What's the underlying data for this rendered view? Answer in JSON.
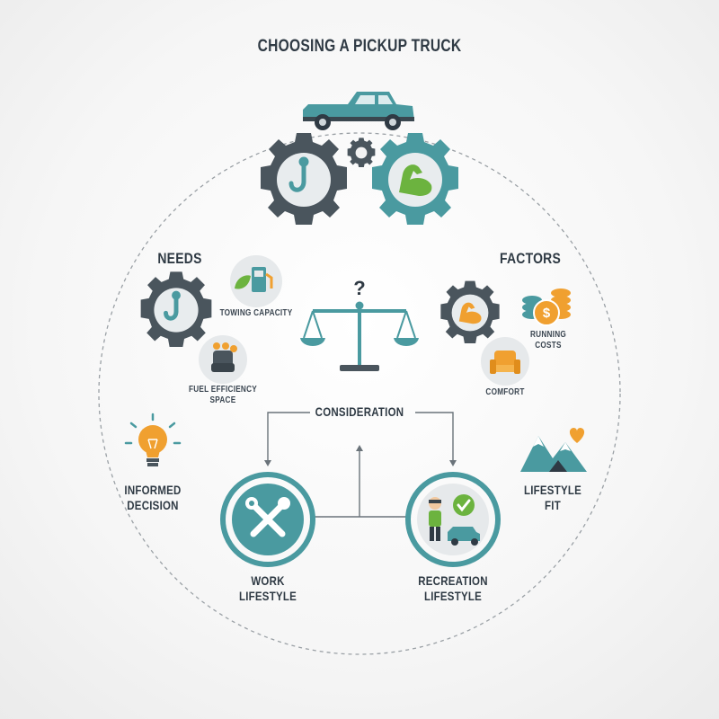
{
  "title": "CHOOSING A PICKUP TRUCK",
  "sections": {
    "needs": "NEEDS",
    "factors": "FACTORS",
    "consideration": "CONSIDERATION"
  },
  "labels": {
    "towing_capacity": "TOWING CAPACITY",
    "fuel_efficiency": "FUEL EFFICIENCY",
    "space": "SPACE",
    "running_costs_1": "RUNNING",
    "running_costs_2": "COSTS",
    "comfort": "COMFORT",
    "informed_1": "INFORMED",
    "informed_2": "DECISION",
    "lifestyle_fit_1": "LIFESTYLE",
    "lifestyle_fit_2": "FIT",
    "work_1": "WORK",
    "work_2": "LIFESTYLE",
    "recreation_1": "RECREATION",
    "recreation_2": "LIFESTYLE"
  },
  "question_mark": "?",
  "colors": {
    "dark_gray": "#4a555d",
    "teal": "#4a9aa0",
    "orange": "#f0a030",
    "green": "#6cb33f",
    "text": "#2f3a44"
  },
  "icons": [
    "pickup-truck-icon",
    "hook-icon",
    "muscle-arm-icon",
    "gear-icon",
    "fuel-pump-icon",
    "leaf-icon",
    "car-seat-icon",
    "balance-scale-icon",
    "coins-icon",
    "armchair-icon",
    "lightbulb-icon",
    "mountains-icon",
    "heart-icon",
    "wrench-icon",
    "person-icon",
    "checkmark-icon"
  ]
}
